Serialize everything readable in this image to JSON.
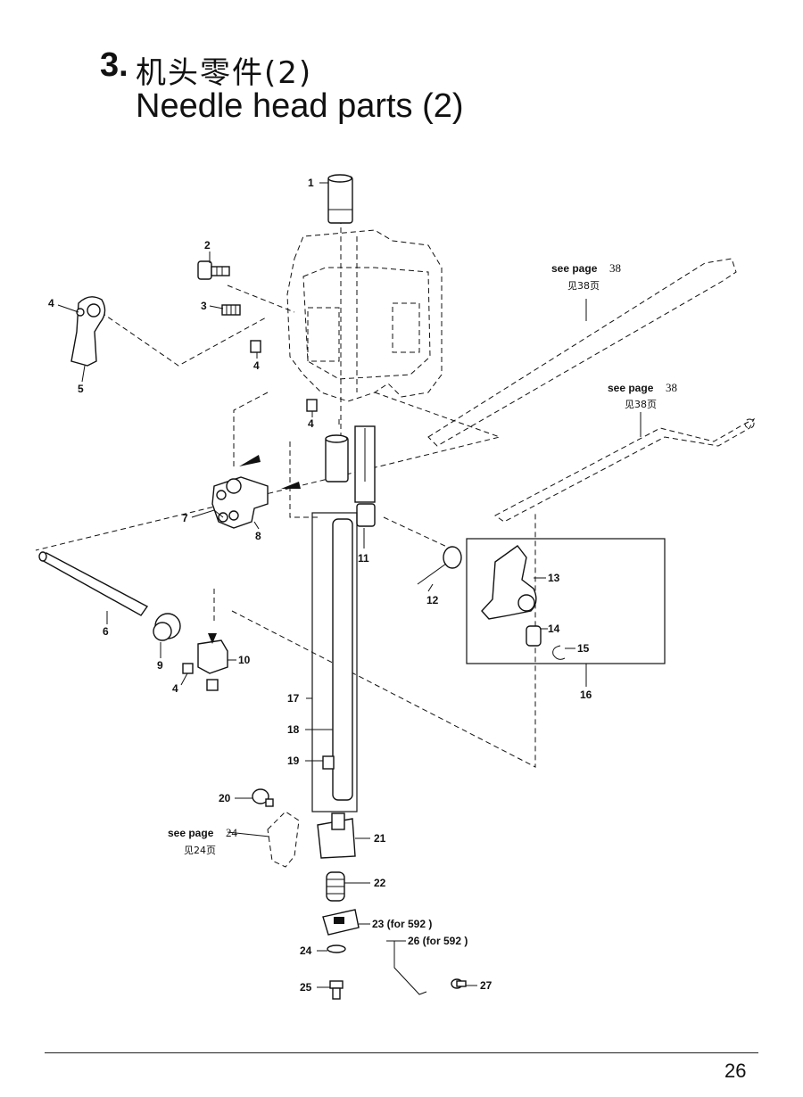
{
  "header": {
    "section_number": "3.",
    "title_cn": "机头零件(2)",
    "title_en": "Needle head parts (2)"
  },
  "callouts": {
    "c1": "1",
    "c2": "2",
    "c3": "3",
    "c4a": "4",
    "c4b": "4",
    "c4c": "4",
    "c4d": "4",
    "c5": "5",
    "c6": "6",
    "c7": "7",
    "c8": "8",
    "c9": "9",
    "c10": "10",
    "c11": "11",
    "c12": "12",
    "c13": "13",
    "c14": "14",
    "c15": "15",
    "c16": "16",
    "c17": "17",
    "c18": "18",
    "c19": "19",
    "c20": "20",
    "c21": "21",
    "c22": "22",
    "c23": "23 (for 592  )",
    "c24": "24",
    "c25": "25",
    "c26": "26 (for 592  )",
    "c27": "27"
  },
  "references": {
    "ref1_en": "see page",
    "ref1_num": "38",
    "ref1_cn": "见38页",
    "ref2_en": "see page",
    "ref2_num": "38",
    "ref2_cn": "见38页",
    "ref3_en": "see page",
    "ref3_num": "24",
    "ref3_cn": "见24页"
  },
  "footer": {
    "page_number": "26"
  }
}
